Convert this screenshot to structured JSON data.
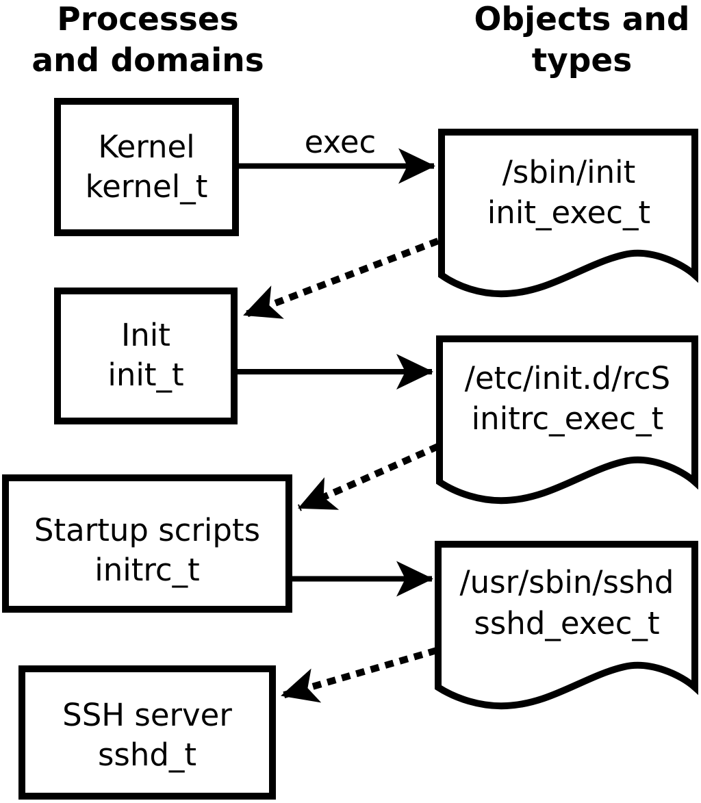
{
  "headers": {
    "left": {
      "line1": "Processes",
      "line2": "and domains"
    },
    "right": {
      "line1": "Objects and",
      "line2": "types"
    }
  },
  "process_boxes": [
    {
      "line1": "Kernel",
      "line2": "kernel_t"
    },
    {
      "line1": "Init",
      "line2": "init_t"
    },
    {
      "line1": "Startup scripts",
      "line2": "initrc_t"
    },
    {
      "line1": "SSH server",
      "line2": "sshd_t"
    }
  ],
  "object_docs": [
    {
      "line1": "/sbin/init",
      "line2": "init_exec_t"
    },
    {
      "line1": "/etc/init.d/rcS",
      "line2": "initrc_exec_t"
    },
    {
      "line1": "/usr/sbin/sshd",
      "line2": "sshd_exec_t"
    }
  ],
  "edges": {
    "solid": [
      {
        "from": "Kernel kernel_t",
        "to": "/sbin/init init_exec_t",
        "label": "exec"
      },
      {
        "from": "Init init_t",
        "to": "/etc/init.d/rcS initrc_exec_t",
        "label": ""
      },
      {
        "from": "Startup scripts initrc_t",
        "to": "/usr/sbin/sshd sshd_exec_t",
        "label": ""
      }
    ],
    "dotted": [
      {
        "from": "/sbin/init init_exec_t",
        "to": "Init init_t"
      },
      {
        "from": "/etc/init.d/rcS initrc_exec_t",
        "to": "Startup scripts initrc_t"
      },
      {
        "from": "/usr/sbin/sshd sshd_exec_t",
        "to": "SSH server sshd_t"
      }
    ]
  },
  "colors": {
    "line": "#000000",
    "background": "#ffffff"
  }
}
